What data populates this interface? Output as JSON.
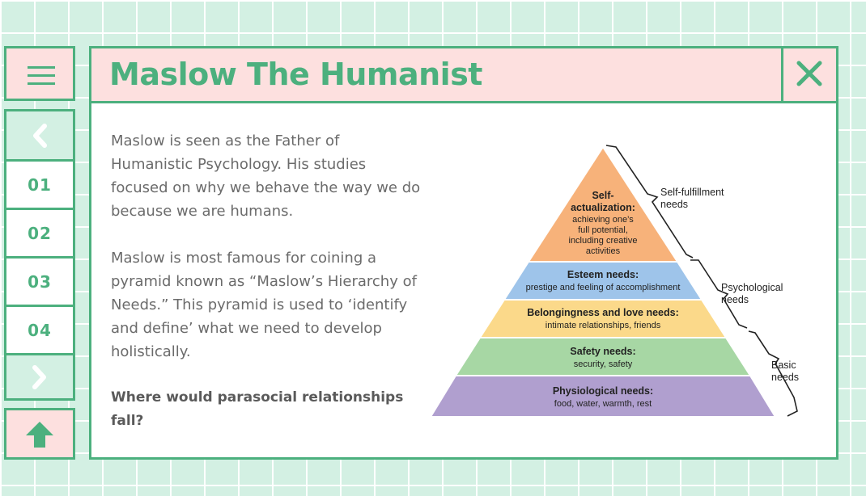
{
  "slide": {
    "title": "Maslow The Humanist",
    "paragraphs": [
      "Maslow is seen as the Father of Humanistic Psychology. His studies focused on why we behave the way we do because we are humans.",
      "Maslow is most famous for coining a pyramid known as “Maslow’s Hierarchy of Needs.” This pyramid is used to ‘identify and define’ what we need to develop holistically."
    ],
    "question": "Where would parasocial relationships fall?"
  },
  "nav": {
    "menu_icon": "hamburger-icon",
    "prev_glyph": "❮",
    "next_glyph": "❯",
    "items": [
      "01",
      "02",
      "03",
      "04"
    ],
    "close_glyph": "✕",
    "up_icon": "arrow-up-icon"
  },
  "colors": {
    "accent_green": "#4cb07e",
    "title_bg_pink": "#fde0df",
    "grid_bg_mint": "#d3f0e3",
    "tier_self_actualization": "#f7b27a",
    "tier_esteem": "#9ec4ea",
    "tier_belonging": "#fbd98a",
    "tier_safety": "#a7d7a4",
    "tier_physiological": "#b09fcf"
  },
  "pyramid": {
    "tiers": [
      {
        "name": "Self-actualization:",
        "desc_lines": [
          "achieving one’s",
          "full potential,",
          "including creative",
          "activities"
        ]
      },
      {
        "name": "Esteem needs:",
        "desc": "prestige and feeling of accomplishment"
      },
      {
        "name": "Belongingness and love needs:",
        "desc": "intimate relationships, friends"
      },
      {
        "name": "Safety needs:",
        "desc": "security, safety"
      },
      {
        "name": "Physiological needs:",
        "desc": "food, water, warmth, rest"
      }
    ],
    "groups": [
      {
        "label_lines": [
          "Self-fulfillment",
          "needs"
        ]
      },
      {
        "label_lines": [
          "Psychological",
          "needs"
        ]
      },
      {
        "label_lines": [
          "Basic",
          "needs"
        ]
      }
    ]
  }
}
